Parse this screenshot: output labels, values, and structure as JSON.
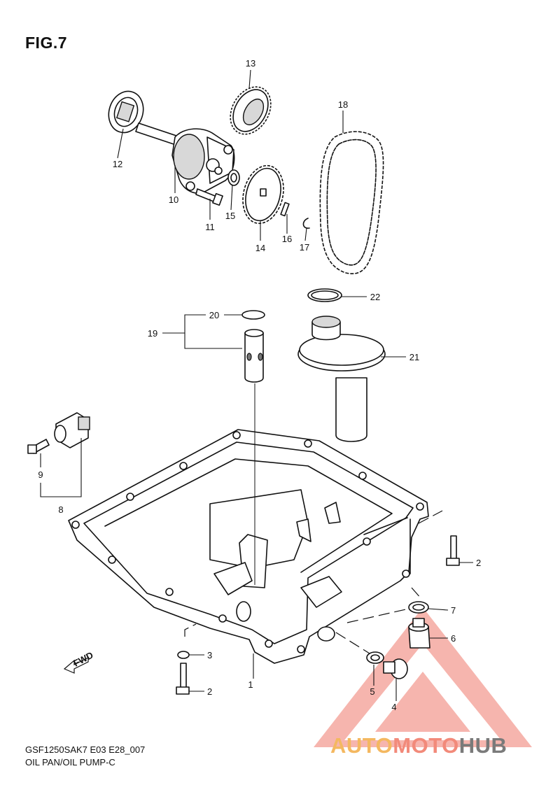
{
  "figure": {
    "title": "FIG.7",
    "code": "GSF1250SAK7 E03 E28_007",
    "name": "OIL PAN/OIL PUMP-C"
  },
  "callouts": [
    "1",
    "2",
    "2",
    "3",
    "4",
    "5",
    "6",
    "7",
    "8",
    "9",
    "10",
    "11",
    "12",
    "13",
    "14",
    "15",
    "16",
    "17",
    "18",
    "19",
    "20",
    "21",
    "22"
  ],
  "direction_label": "FWD",
  "watermark": {
    "part1": "AUTO",
    "part2": "MOTO",
    "part3": "HUB",
    "colors": [
      "#f4b860",
      "#f28a7a",
      "#7a7a7a"
    ],
    "logo": "warning-triangle"
  }
}
